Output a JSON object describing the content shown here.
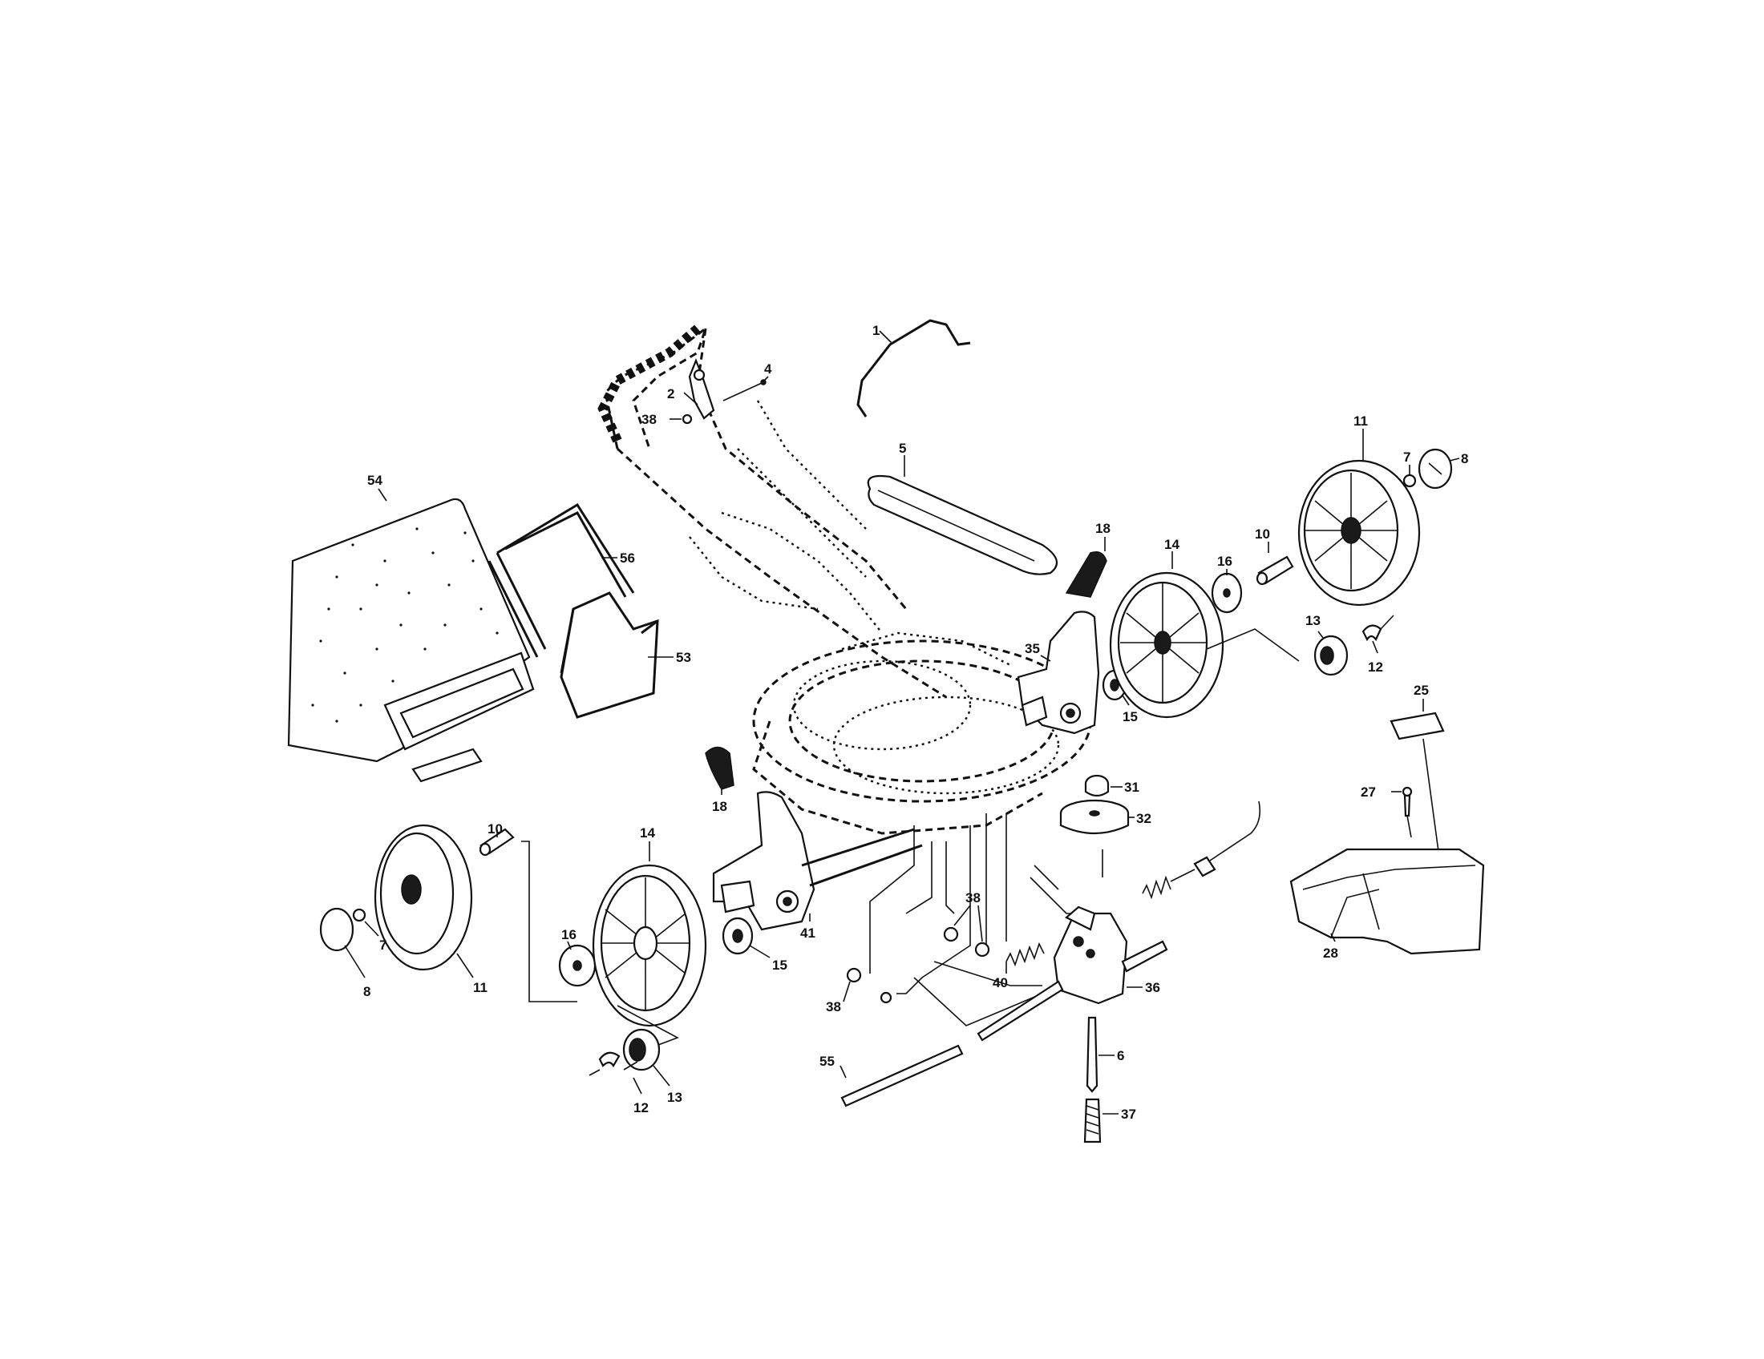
{
  "diagram": {
    "labels": {
      "p1": "1",
      "p2": "2",
      "p4": "4",
      "p5": "5",
      "p6": "6",
      "p7a": "7",
      "p7b": "7",
      "p8a": "8",
      "p8b": "8",
      "p10a": "10",
      "p10b": "10",
      "p11a": "11",
      "p11b": "11",
      "p12a": "12",
      "p12b": "12",
      "p13a": "13",
      "p13b": "13",
      "p14a": "14",
      "p14b": "14",
      "p15a": "15",
      "p15b": "15",
      "p16a": "16",
      "p16b": "16",
      "p18a": "18",
      "p18b": "18",
      "p25": "25",
      "p27": "27",
      "p28": "28",
      "p31": "31",
      "p32": "32",
      "p35": "35",
      "p36": "36",
      "p37": "37",
      "p38a": "38",
      "p38b": "38",
      "p38c": "38",
      "p40": "40",
      "p41": "41",
      "p53": "53",
      "p54": "54",
      "p55": "55",
      "p56": "56"
    },
    "colors": {
      "ink": "#111111",
      "paper": "#ffffff"
    }
  }
}
